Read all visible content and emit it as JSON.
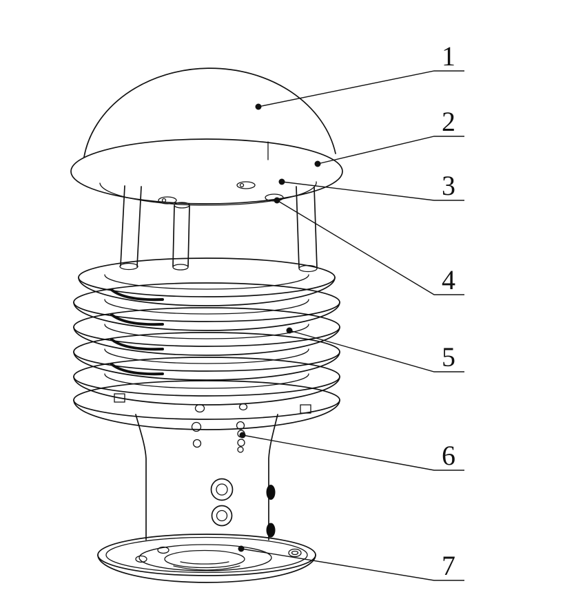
{
  "page": {
    "background_color": "#ffffff",
    "line_color": "#111111"
  },
  "diagram": {
    "type": "technical-drawing",
    "description_visible_text_only": true,
    "callouts": [
      {
        "label": "1"
      },
      {
        "label": "2"
      },
      {
        "label": "3"
      },
      {
        "label": "4"
      },
      {
        "label": "5"
      },
      {
        "label": "6"
      },
      {
        "label": "7"
      }
    ]
  }
}
